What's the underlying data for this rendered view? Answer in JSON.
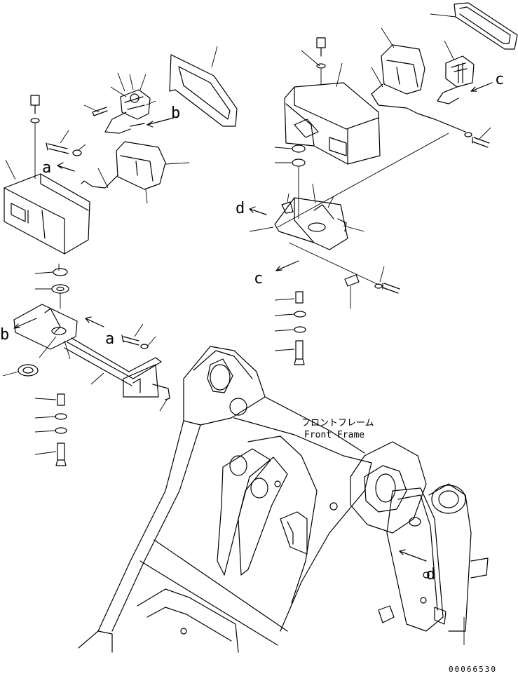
{
  "caption_jp": "フロントフレーム",
  "caption_en": "Front Frame",
  "drawing_number": "00066530",
  "connection_labels": {
    "a": "a",
    "b": "b",
    "c": "c",
    "d": "d"
  }
}
